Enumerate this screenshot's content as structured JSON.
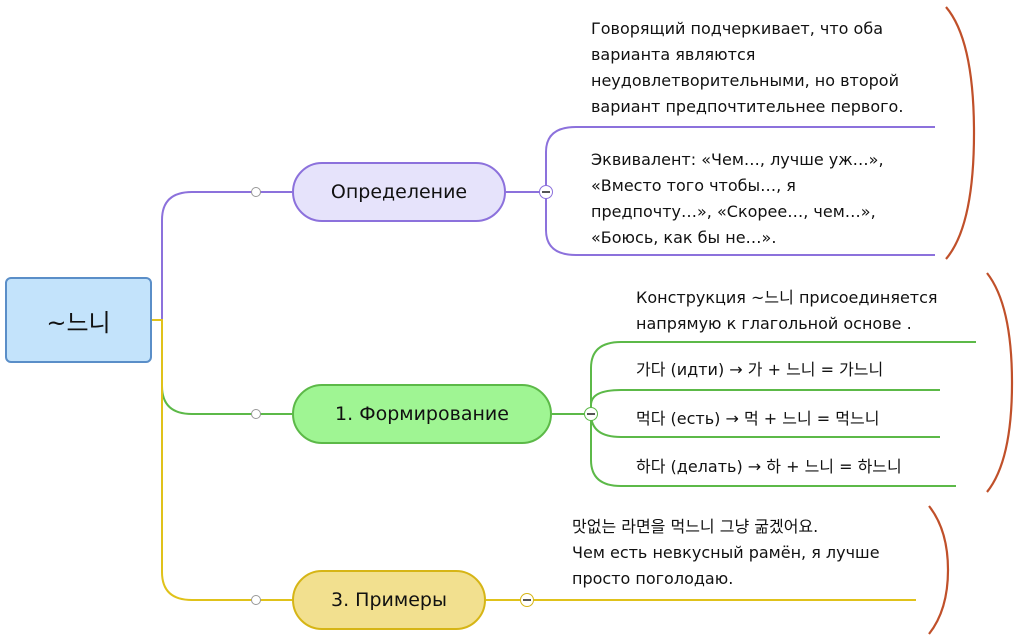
{
  "root": {
    "label": "~느니"
  },
  "branches": [
    {
      "label": "Определение",
      "color": "#8c71dc",
      "items": [
        "Говорящий подчеркивает, что оба\nварианта являются\nнеудовлетворительными, но второй\nвариант предпочтительнее первого.",
        "Эквивалент: «Чем…, лучше уж…»,\n«Вместо того чтобы…, я\nпредпочту…», «Скорее…, чем…»,\n«Боюсь, как бы не…»."
      ]
    },
    {
      "label": "1. Формирование",
      "color": "#5cb948",
      "items": [
        "Конструкция ~느니 присоединяется\nнапрямую к глагольной основе .",
        "가다 (идти) → 가 + 느니 = 가느니",
        "먹다 (есть) → 먹 + 느니 = 먹느니",
        "하다 (делать) → 하 + 느니 = 하느니"
      ]
    },
    {
      "label": "3. Примеры",
      "color": "#d6b516",
      "items": [
        "맛없는 라면을 먹느니 그냥 굶겠어요.\nЧем есть невкусный рамён, я лучше\nпросто поголодаю."
      ]
    }
  ],
  "colors": {
    "root_fill": "#c3e3fb",
    "root_border": "#5a8ec8",
    "bracket": "#c0502a"
  },
  "icons": [
    "collapse-icon",
    "connector-dot-icon"
  ]
}
